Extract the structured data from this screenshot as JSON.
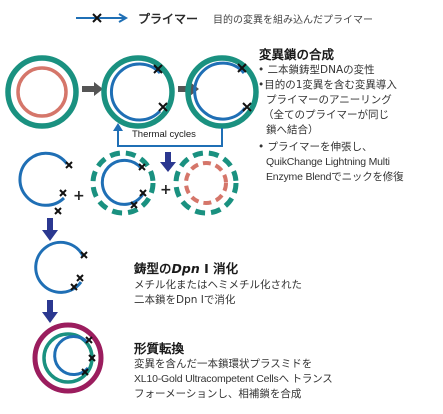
{
  "legend": {
    "title": "プライマー",
    "description": "目的の変異を組み込んだプライマー"
  },
  "step1": {
    "title": "変異鎖の合成",
    "bullets": [
      "• 二本鎖鋳型DNAの変性",
      "•目的の1変異を含む変異導入",
      "プライマーのアニーリング",
      "（全てのプライマーが同じ",
      "鎖へ結合）",
      "• プライマーを伸張し、",
      "QuikChange Lightning Multi",
      "Enzyme Blendでニックを修復"
    ],
    "thermal_label": "Thermal cycles"
  },
  "step2": {
    "title_prefix": "鋳型の",
    "title_enzyme": "Dpn",
    "title_suffix": " I 消化",
    "lines": [
      "メチル化またはヘミメチル化された",
      "二本鎖をDpn Iで消化"
    ]
  },
  "step3": {
    "title": "形質転換",
    "lines": [
      "変異を含んだ一本鎖環状プラスミドを",
      "XL10-Gold Ultracompetent Cellsへ トランス",
      "フォーメーションし、相補鎖を合成"
    ]
  },
  "plus_sign": "+",
  "colors": {
    "blue": "#1f6fb5",
    "teal": "#1a9180",
    "salmon": "#d5766a",
    "maroon": "#9b1d5e",
    "navy": "#2b3890",
    "arrow_gray": "#555555",
    "cross": "#111111"
  }
}
